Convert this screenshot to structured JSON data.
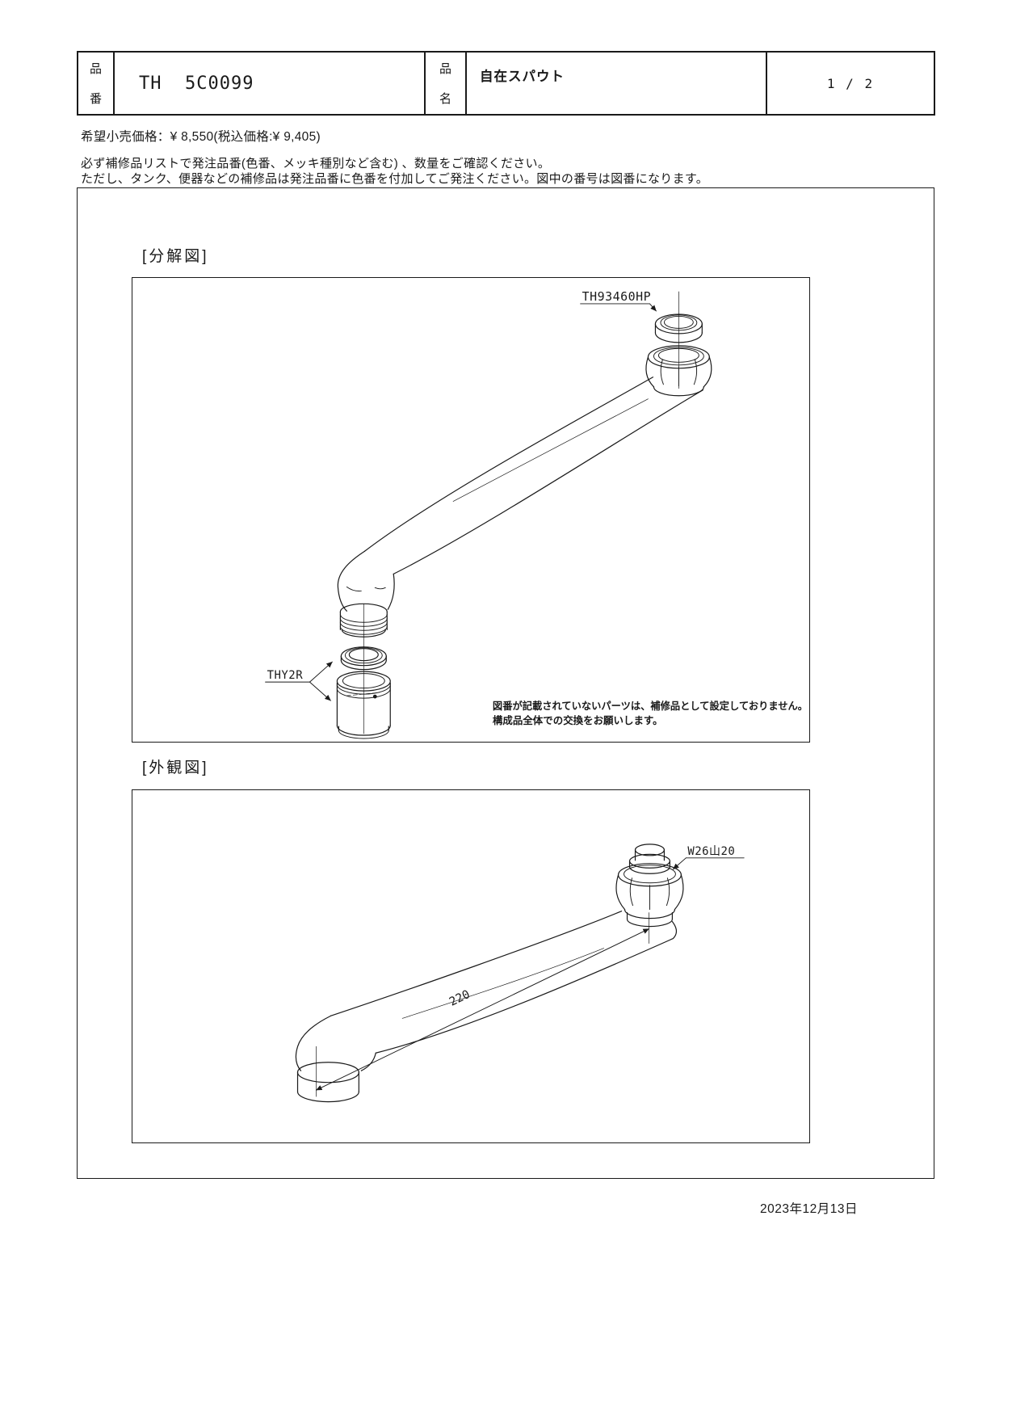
{
  "header": {
    "part_no_chars": [
      "品",
      "番"
    ],
    "part_no": "TH  5C0099",
    "name_chars": [
      "品",
      "名"
    ],
    "part_name": "自在スパウト",
    "page": "1 / 2"
  },
  "price_line": "希望小売価格：¥ 8,550(税込価格:¥ 9,405)",
  "notices": {
    "line1": "必ず補修品リストで発注品番(色番、メッキ種別など含む) 、数量をご確認ください。",
    "line2": "ただし、タンク、便器などの補修品は発注品番に色番を付加してご発注ください。図中の番号は図番になります。"
  },
  "exploded": {
    "title": "[分解図]",
    "packing_label": "TH93460HP",
    "aerator_label": "THY2R",
    "note1": "図番が記載されていないパーツは、補修品として設定しておりません。",
    "note2": "構成品全体での交換をお願いします。"
  },
  "outline": {
    "title": "[外観図]",
    "thread_label": "W26山20",
    "dimension": "220"
  },
  "date_text": "2023年12月13日",
  "colors": {
    "line": "#1a1a1a",
    "background": "#ffffff"
  }
}
